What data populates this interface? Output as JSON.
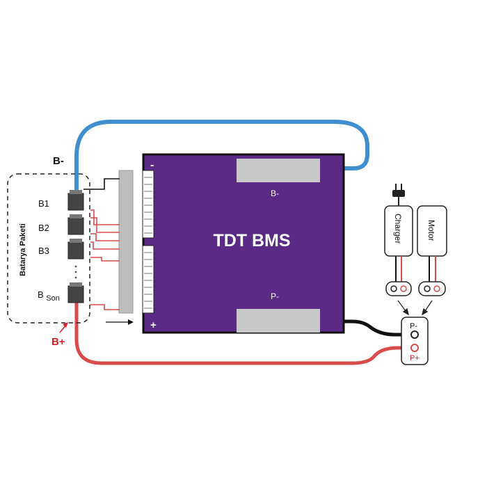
{
  "labels": {
    "b_minus_top": "B-",
    "b_plus_bottom": "B+",
    "pack_title": "Batarya Paketi",
    "cell_b1": "B1",
    "cell_b2": "B2",
    "cell_b3": "B3",
    "cell_bson_main": "B",
    "cell_bson_sub": "Son",
    "bms_title": "TDT BMS",
    "bms_minus": "-",
    "bms_plus": "+",
    "bms_pad_b_minus": "B-",
    "bms_pad_p_minus": "P-",
    "charger": "Charger",
    "motor": "Motor",
    "term_p_minus": "P-",
    "term_p_plus": "P+"
  },
  "colors": {
    "board": "#5a2a86",
    "pad": "#c8c8c8",
    "wire_blue": "#3f8fd0",
    "wire_red": "#d94b4b",
    "wire_black": "#111111",
    "label_red": "#d0202a"
  }
}
